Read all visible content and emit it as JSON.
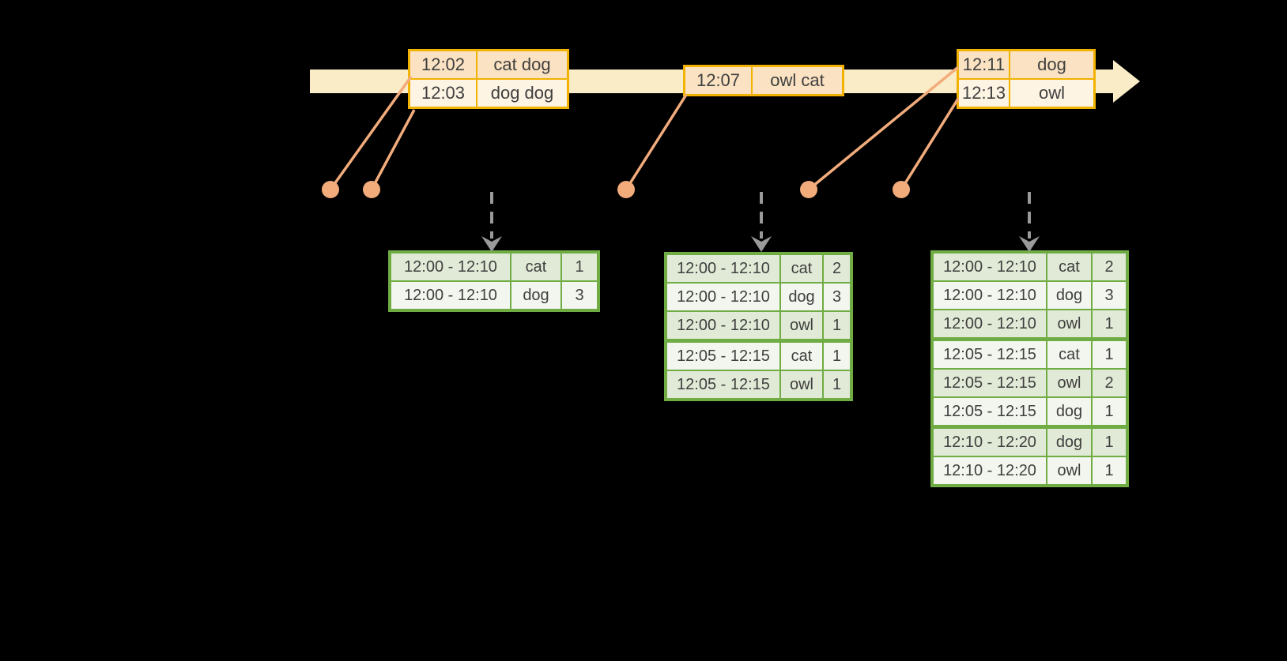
{
  "colors": {
    "background": "#000000",
    "timeline_band": "#FAECC6",
    "event_border": "#F2B200",
    "event_row_dark": "#FAE2C2",
    "event_row_light": "#FDF4E3",
    "connector": "#F2AC7C",
    "trigger_arrow": "#9A9A9A",
    "result_border": "#6FAC43",
    "result_row_dark": "#E1EAD6",
    "result_row_light": "#F3F6EE",
    "text_dark": "#3F3F3F"
  },
  "event_batches": [
    {
      "rows": [
        {
          "time": "12:02",
          "words": "cat dog"
        },
        {
          "time": "12:03",
          "words": "dog dog"
        }
      ]
    },
    {
      "rows": [
        {
          "time": "12:07",
          "words": "owl cat"
        }
      ]
    },
    {
      "rows": [
        {
          "time": "12:11",
          "words": "dog"
        },
        {
          "time": "12:13",
          "words": "owl"
        }
      ]
    }
  ],
  "result_tables": [
    {
      "rows": [
        {
          "window": "12:00 - 12:10",
          "word": "cat",
          "count": "1"
        },
        {
          "window": "12:00 - 12:10",
          "word": "dog",
          "count": "3"
        }
      ]
    },
    {
      "rows": [
        {
          "window": "12:00 - 12:10",
          "word": "cat",
          "count": "2"
        },
        {
          "window": "12:00 - 12:10",
          "word": "dog",
          "count": "3"
        },
        {
          "window": "12:00 - 12:10",
          "word": "owl",
          "count": "1"
        },
        {
          "window": "12:05 - 12:15",
          "word": "cat",
          "count": "1"
        },
        {
          "window": "12:05 - 12:15",
          "word": "owl",
          "count": "1"
        }
      ]
    },
    {
      "rows": [
        {
          "window": "12:00 - 12:10",
          "word": "cat",
          "count": "2"
        },
        {
          "window": "12:00 - 12:10",
          "word": "dog",
          "count": "3"
        },
        {
          "window": "12:00 - 12:10",
          "word": "owl",
          "count": "1"
        },
        {
          "window": "12:05 - 12:15",
          "word": "cat",
          "count": "1"
        },
        {
          "window": "12:05 - 12:15",
          "word": "owl",
          "count": "2"
        },
        {
          "window": "12:05 - 12:15",
          "word": "dog",
          "count": "1"
        },
        {
          "window": "12:10 - 12:20",
          "word": "dog",
          "count": "1"
        },
        {
          "window": "12:10 - 12:20",
          "word": "owl",
          "count": "1"
        }
      ]
    }
  ]
}
